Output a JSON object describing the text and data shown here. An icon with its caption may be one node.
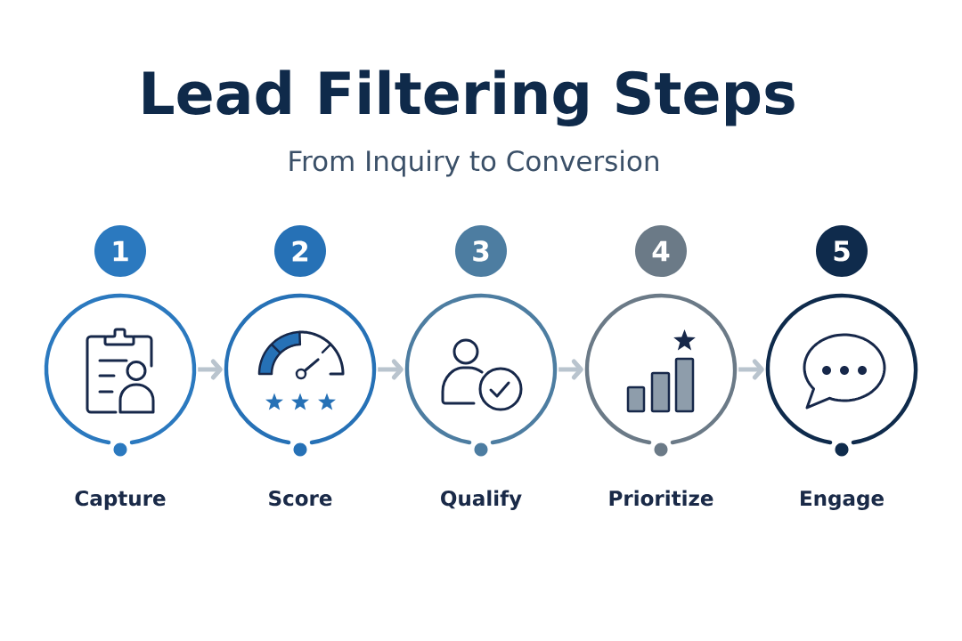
{
  "diagram": {
    "title": "Lead Filtering Steps",
    "nodes": [
      {
        "text": [
          "1"
        ]
      },
      {
        "text": [],
        "shape": "circle",
        "beside": [
          "Capture"
        ]
      },
      {
        "text": [
          "2"
        ]
      },
      {
        "text": [],
        "shape": "circle",
        "beside": [
          "Score"
        ]
      },
      {
        "text": [
          "3"
        ]
      },
      {
        "text": [],
        "shape": "circle",
        "beside": [
          "Qualify"
        ]
      },
      {
        "text": [
          "4"
        ]
      },
      {
        "text": [],
        "shape": "circle",
        "beside": [
          "Prioritize"
        ]
      },
      {
        "text": [
          "5"
        ]
      },
      {
        "text": [],
        "shape": "circle",
        "beside": [
          "Engage"
        ]
      }
    ],
    "edges": [
      {
        "from": 1,
        "to": 3,
        "arrow": "to"
      },
      {
        "from": 3,
        "to": 5,
        "arrow": "to"
      },
      {
        "from": 5,
        "to": 7,
        "arrow": "to"
      },
      {
        "from": 7,
        "to": 9,
        "arrow": "to"
      }
    ],
    "labels": [
      "From Inquiry to Conversion"
    ]
  }
}
